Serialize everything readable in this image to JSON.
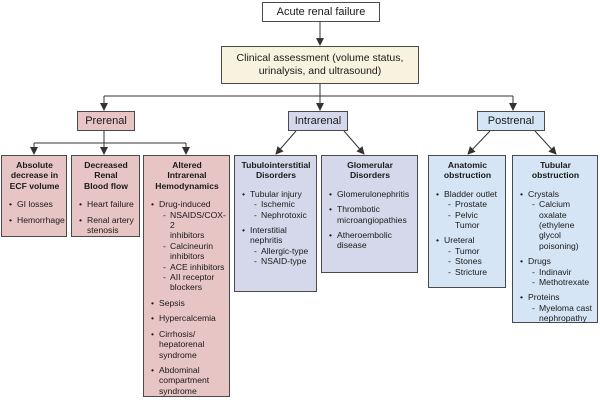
{
  "root": {
    "label": "Acute renal failure"
  },
  "assessment": {
    "line1": "Clinical assessment (volume status,",
    "line2": "urinalysis, and ultrasound)"
  },
  "categories": {
    "prerenal": {
      "label": "Prerenal",
      "boxes": [
        {
          "title": [
            "Absolute",
            "decrease in",
            "ECF volume"
          ],
          "items": [
            {
              "text": [
                "GI losses"
              ],
              "sub": []
            },
            {
              "text": [
                "Hemorrhage"
              ],
              "sub": []
            }
          ]
        },
        {
          "title": [
            "Decreased",
            "Renal",
            "Blood flow"
          ],
          "items": [
            {
              "text": [
                "Heart failure"
              ],
              "sub": []
            },
            {
              "text": [
                "Renal artery",
                "stenosis"
              ],
              "sub": []
            }
          ]
        },
        {
          "title": [
            "Altered",
            "Intrarenal",
            "Hemodynamics"
          ],
          "items": [
            {
              "text": [
                "Drug-induced"
              ],
              "sub": [
                [
                  "NSAIDS/COX-2",
                  "inhibitors"
                ],
                [
                  "Calcineurin",
                  "inhibitors"
                ],
                [
                  "ACE inhibitors"
                ],
                [
                  "AII receptor",
                  "blockers"
                ]
              ]
            },
            {
              "text": [
                "Sepsis"
              ],
              "sub": []
            },
            {
              "text": [
                "Hypercalcemia"
              ],
              "sub": []
            },
            {
              "text": [
                "Cirrhosis/",
                "hepatorenal",
                "syndrome"
              ],
              "sub": []
            },
            {
              "text": [
                "Abdominal",
                "compartment",
                "syndrome"
              ],
              "sub": []
            }
          ]
        }
      ]
    },
    "intrarenal": {
      "label": "Intrarenal",
      "boxes": [
        {
          "title": [
            "Tubulointerstitial",
            "Disorders"
          ],
          "items": [
            {
              "text": [
                "Tubular injury"
              ],
              "sub": [
                [
                  "Ischemic"
                ],
                [
                  "Nephrotoxic"
                ]
              ]
            },
            {
              "text": [
                "Interstitial",
                "nephritis"
              ],
              "sub": [
                [
                  "Allergic-type"
                ],
                [
                  "NSAID-type"
                ]
              ]
            }
          ]
        },
        {
          "title": [
            "Glomerular",
            "Disorders"
          ],
          "items": [
            {
              "text": [
                "Glomerulonephritis"
              ],
              "sub": []
            },
            {
              "text": [
                "Thrombotic",
                "microangiopathies"
              ],
              "sub": []
            },
            {
              "text": [
                "Atheroembolic",
                "disease"
              ],
              "sub": []
            }
          ]
        }
      ]
    },
    "postrenal": {
      "label": "Postrenal",
      "boxes": [
        {
          "title": [
            "Anatomic",
            "obstruction"
          ],
          "items": [
            {
              "text": [
                "Bladder outlet"
              ],
              "sub": [
                [
                  "Prostate"
                ],
                [
                  "Pelvic Tumor"
                ]
              ]
            },
            {
              "text": [
                "Ureteral"
              ],
              "sub": [
                [
                  "Tumor"
                ],
                [
                  "Stones"
                ],
                [
                  "Stricture"
                ]
              ]
            }
          ]
        },
        {
          "title": [
            "Tubular",
            "obstruction"
          ],
          "items": [
            {
              "text": [
                "Crystals"
              ],
              "sub": [
                [
                  "Calcium oxalate",
                  "(ethylene glycol",
                  "poisoning)"
                ]
              ]
            },
            {
              "text": [
                "Drugs"
              ],
              "sub": [
                [
                  "Indinavir"
                ],
                [
                  "Methotrexate"
                ]
              ]
            },
            {
              "text": [
                "Proteins"
              ],
              "sub": [
                [
                  "Myeloma cast",
                  "nephropathy"
                ]
              ]
            }
          ]
        }
      ]
    }
  }
}
